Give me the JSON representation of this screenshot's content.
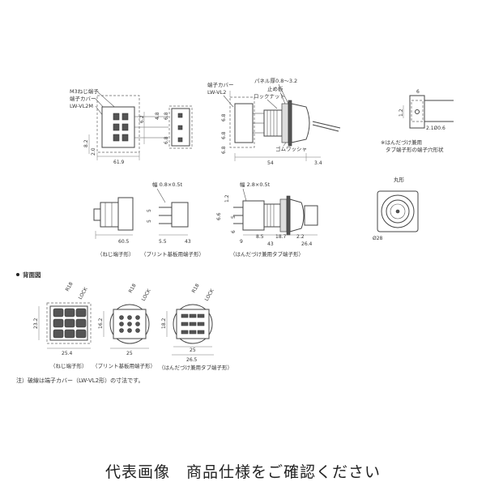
{
  "drawing1": {
    "callouts": [
      "M3ねじ端子",
      "端子カバー",
      "LW-VL2M"
    ],
    "dims": {
      "d62": "6.2",
      "d48": "4.8",
      "d68a": "6.8",
      "d68b": "6.8",
      "d82": "8.2",
      "d20": "2.0",
      "d619": "61.9"
    }
  },
  "drawing2": {
    "callouts": [
      "端子カバー",
      "LW-VL2",
      "パネル厚0.8〜3.2",
      "止め板",
      "ロックナット",
      "ゴムワッシャ"
    ],
    "dims": {
      "d68a": "6.8",
      "d68b": "6.8",
      "d68c": "6.8",
      "d54": "54",
      "d34": "3.4"
    }
  },
  "drawing3": {
    "dims": {
      "d12": "1.2",
      "d2106": "2.1Ø0.6",
      "d6": "6"
    },
    "note": [
      "※はんだづけ兼用",
      "タブ端子形の端子穴形状"
    ]
  },
  "drawing4": {
    "dims": {
      "d605": "60.5"
    },
    "caption": "（ねじ端子形）"
  },
  "drawing5": {
    "dims": {
      "thick": "幅 0.8×0.5t",
      "d5a": "5",
      "d5b": "5",
      "d55": "5.5",
      "d43": "43"
    },
    "caption": "（プリント基板用端子形）"
  },
  "drawing6": {
    "dims": {
      "thick": "幅 2.8×0.5t",
      "d12": "1.2",
      "d66": "6.6",
      "d5": "5",
      "d6": "6",
      "d9": "9",
      "d85": "8.5",
      "d187": "18.7",
      "d22": "2.2",
      "d43": "43",
      "d264": "26.4"
    },
    "caption": "（はんだづけ兼用タブ端子形）"
  },
  "drawing7": {
    "label": "丸形",
    "dim": "Ø28"
  },
  "rear_title": "背面図",
  "rear1": {
    "dims": {
      "r18": "R18",
      "lock": "LOCK",
      "d232": "23.2",
      "d254": "25.4"
    },
    "caption": "（ねじ端子形）"
  },
  "rear2": {
    "dims": {
      "r18": "R18",
      "lock": "LOCK",
      "d162": "16.2",
      "d25": "25"
    },
    "caption": "（プリント基板用端子形）"
  },
  "rear3": {
    "dims": {
      "r18": "R18",
      "lock": "LOCK",
      "d182": "18.2",
      "d25": "25",
      "d265": "26.5"
    },
    "caption": "（はんだづけ兼用タブ端子形）"
  },
  "note": "注）破線は端子カバー（LW-VL2形）の寸法です。",
  "footer": "代表画像　商品仕様をご確認ください"
}
